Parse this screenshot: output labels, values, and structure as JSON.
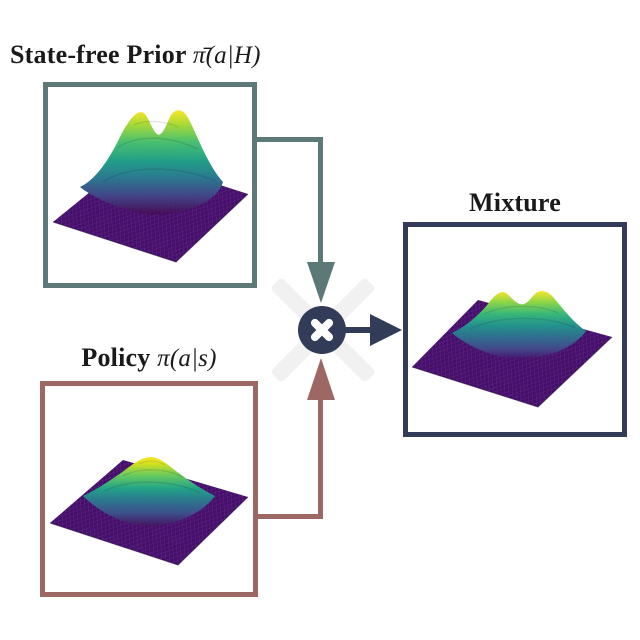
{
  "figure": {
    "background": "#ffffff",
    "nodes": {
      "prior": {
        "title_text": "State-free Prior ",
        "title_math": "π̄(a|H)",
        "border_color": "#5c7877",
        "surface": "bimodal 3D probability density surface, viridis colormap"
      },
      "policy": {
        "title_text": "Policy ",
        "title_math": "π(a|s)",
        "border_color": "#9d6764",
        "surface": "unimodal 3D probability density surface, viridis colormap"
      },
      "mixture": {
        "title_text": "Mixture",
        "title_math": "",
        "border_color": "#323b58",
        "surface": "flattened bimodal 3D probability density surface, viridis colormap"
      }
    },
    "operator": {
      "symbol": "✖",
      "meaning": "product of distributions",
      "fill": "#323b58",
      "glyph_color": "#ffffff"
    },
    "edges": [
      {
        "from": "prior",
        "to": "operator",
        "color": "#5c7877"
      },
      {
        "from": "policy",
        "to": "operator",
        "color": "#9d6764"
      },
      {
        "from": "operator",
        "to": "mixture",
        "color": "#323b58"
      }
    ],
    "colormap": {
      "low": "#440a54",
      "mid": "#21908d",
      "high": "#fde725"
    },
    "watermark_color": "#f1f1f1"
  }
}
